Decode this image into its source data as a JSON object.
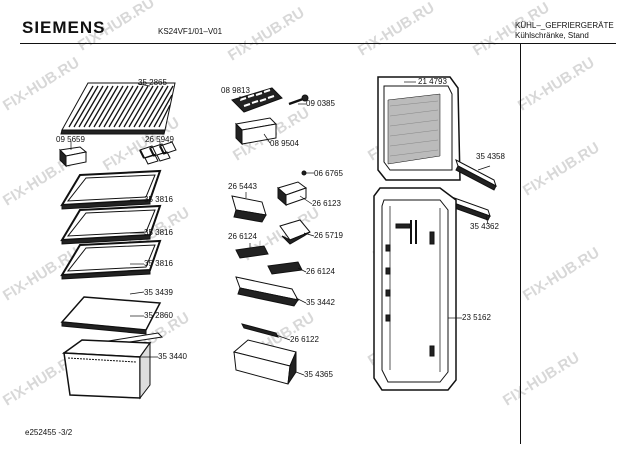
{
  "header": {
    "brand": "SIEMENS",
    "model": "KS24VF1/01–V01",
    "category_line1": "KÜHL–_GEFRIERGERÄTE",
    "category_line2": "Kühlschränke, Stand"
  },
  "footer": {
    "doc_id": "e252455  -3/2"
  },
  "watermark": "FIX-HUB.RU",
  "part_numbers": [
    "35 2865",
    "09 5659",
    "26 5949",
    "35 3816",
    "35 3816",
    "35 3816",
    "35 3439",
    "35 2860",
    "35 3440",
    "08 9813",
    "09 0385",
    "08 9504",
    "06 6765",
    "26 5443",
    "26 6123",
    "26 6124",
    "26 5719",
    "26 6124",
    "35 3442",
    "26 6122",
    "35 4365",
    "21 4793",
    "35 4358",
    "35 4362",
    "23 5162"
  ]
}
